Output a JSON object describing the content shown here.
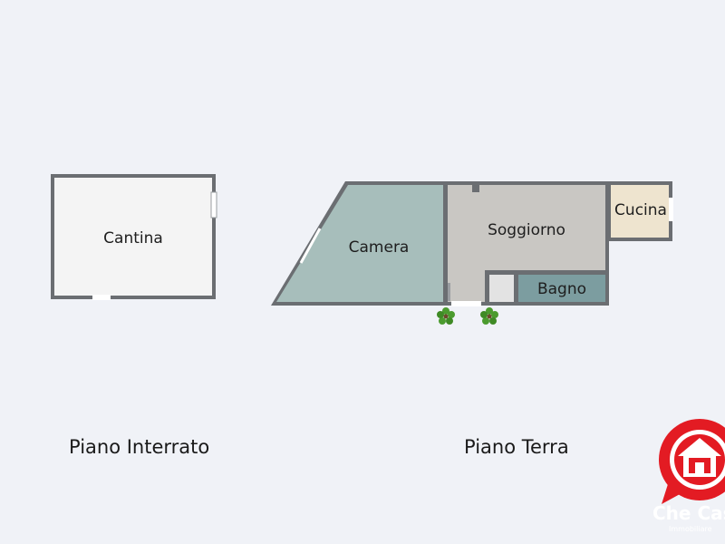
{
  "floors": [
    {
      "caption": "Piano Interrato",
      "rooms": [
        {
          "label": "Cantina"
        }
      ]
    },
    {
      "caption": "Piano Terra",
      "rooms": [
        {
          "label": "Camera"
        },
        {
          "label": "Soggiorno"
        },
        {
          "label": "Cucina"
        },
        {
          "label": "Bagno"
        }
      ]
    }
  ],
  "logo": {
    "name": "Che Casa",
    "tagline": "Immobiliare",
    "icon": "house-in-speech-bubble-icon",
    "color": "#e31b23"
  },
  "colors": {
    "background": "#f0f2f7",
    "wall": "#6b6e72",
    "cantina_floor": "#f4f4f4",
    "camera_floor": "#a7bebb",
    "soggiorno_floor": "#c9c7c3",
    "cucina_floor": "#eee4cf",
    "bagno_floor": "#7c9da0",
    "plant": "#4b9b2e"
  }
}
